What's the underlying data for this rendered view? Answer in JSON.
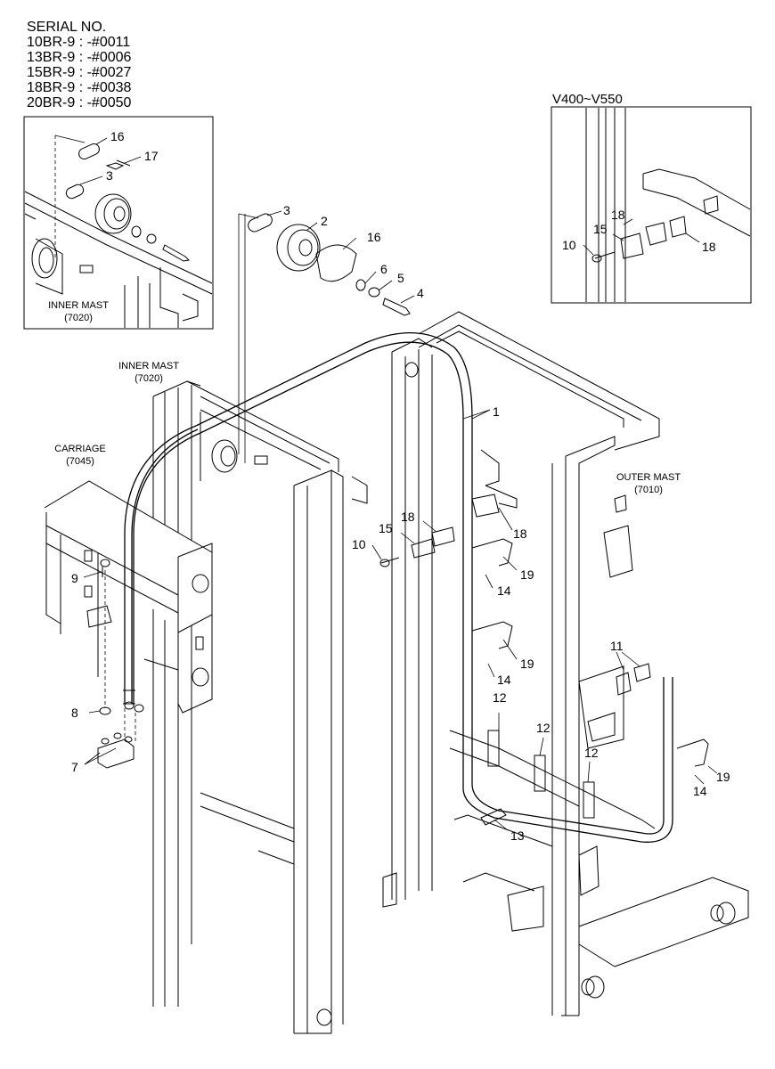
{
  "serial": {
    "title": "SERIAL NO.",
    "rows": [
      "10BR-9 : -#0011",
      "13BR-9 : -#0006",
      "15BR-9 : -#0027",
      "18BR-9 : -#0038",
      "20BR-9 : -#0050"
    ]
  },
  "inset_left": {
    "label_line1": "INNER MAST",
    "label_line2": "(7020)"
  },
  "inset_right": {
    "title": "V400~V550"
  },
  "assemblies": {
    "inner_mast": {
      "line1": "INNER MAST",
      "line2": "(7020)"
    },
    "carriage": {
      "line1": "CARRIAGE",
      "line2": "(7045)"
    },
    "outer_mast": {
      "line1": "OUTER MAST",
      "line2": "(7010)"
    }
  },
  "callouts": {
    "c1": "1",
    "c2": "2",
    "c3": "3",
    "c4": "4",
    "c5": "5",
    "c6": "6",
    "c7": "7",
    "c8": "8",
    "c9": "9",
    "c10": "10",
    "c11": "11",
    "c12a": "12",
    "c12b": "12",
    "c12c": "12",
    "c13": "13",
    "c14a": "14",
    "c14b": "14",
    "c14c": "14",
    "c15": "15",
    "c16": "16",
    "c18a": "18",
    "c18b": "18",
    "c19a": "19",
    "c19b": "19",
    "c19c": "19",
    "l16": "16",
    "l17": "17",
    "l3": "3",
    "r18a": "18",
    "r18b": "18",
    "r15": "15",
    "r10": "10"
  }
}
